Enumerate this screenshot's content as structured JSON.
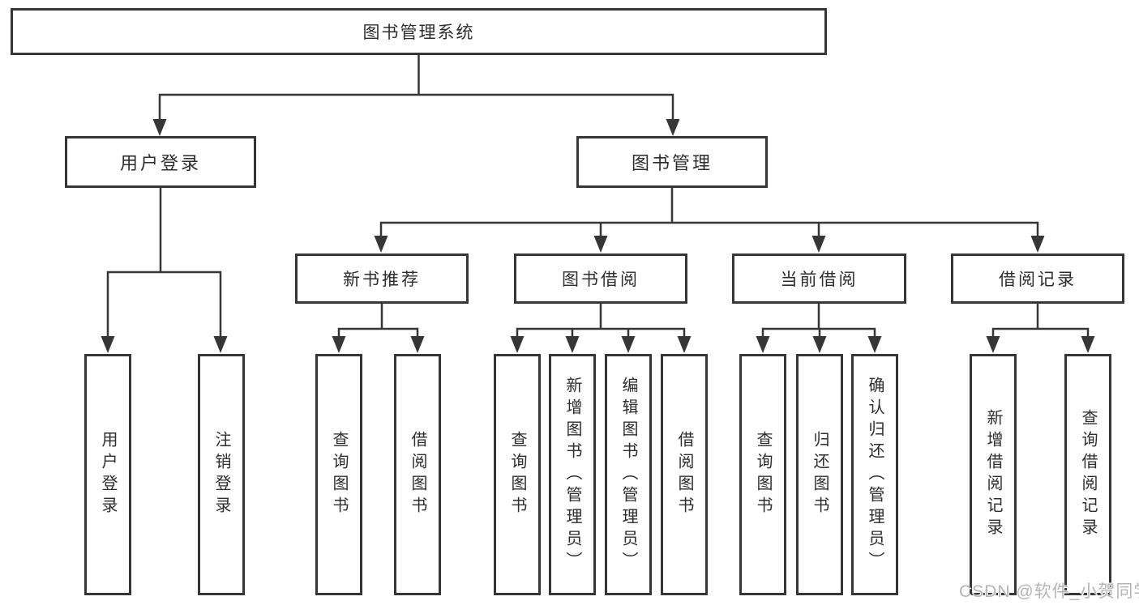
{
  "tree": {
    "root": {
      "label": "图书管理系统",
      "children": [
        {
          "label": "用户登录",
          "children": [
            {
              "label": "用户登录"
            },
            {
              "label": "注销登录"
            }
          ]
        },
        {
          "label": "图书管理",
          "children": [
            {
              "label": "新书推荐",
              "children": [
                {
                  "label": "查询图书"
                },
                {
                  "label": "借阅图书"
                }
              ]
            },
            {
              "label": "图书借阅",
              "children": [
                {
                  "label": "查询图书"
                },
                {
                  "label": "新增图书（管理员）"
                },
                {
                  "label": "编辑图书（管理员）"
                },
                {
                  "label": "借阅图书"
                }
              ]
            },
            {
              "label": "当前借阅",
              "children": [
                {
                  "label": "查询图书"
                },
                {
                  "label": "归还图书"
                },
                {
                  "label": "确认归还（管理员）"
                }
              ]
            },
            {
              "label": "借阅记录",
              "children": [
                {
                  "label": "新增借阅记录"
                },
                {
                  "label": "查询借阅记录"
                }
              ]
            }
          ]
        }
      ]
    }
  },
  "watermark": "CSDN @软件_小贺同学",
  "colors": {
    "line": "#363636",
    "box_background": "#ffffff",
    "text": "#2d2d2d",
    "watermark": "#b5b5b5"
  }
}
